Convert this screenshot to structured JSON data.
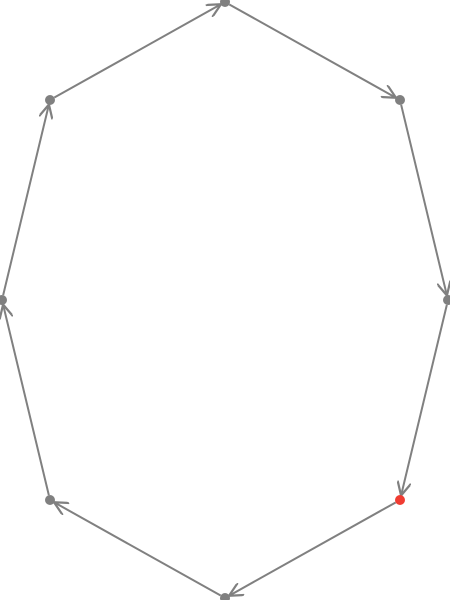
{
  "diagram": {
    "type": "directed-cycle-graph",
    "node_count": 8,
    "edge_color": "#808080",
    "node_color": "#808080",
    "highlight_color": "#f03c32",
    "nodes": [
      {
        "id": "n-top",
        "highlighted": false
      },
      {
        "id": "n-upper-right",
        "highlighted": false
      },
      {
        "id": "n-right",
        "highlighted": false
      },
      {
        "id": "n-lower-right",
        "highlighted": true
      },
      {
        "id": "n-bottom",
        "highlighted": false
      },
      {
        "id": "n-lower-left",
        "highlighted": false
      },
      {
        "id": "n-left",
        "highlighted": false
      },
      {
        "id": "n-upper-left",
        "highlighted": false
      }
    ],
    "edges": [
      {
        "from": "n-top",
        "to": "n-upper-right"
      },
      {
        "from": "n-upper-right",
        "to": "n-right"
      },
      {
        "from": "n-right",
        "to": "n-lower-right"
      },
      {
        "from": "n-lower-right",
        "to": "n-bottom"
      },
      {
        "from": "n-bottom",
        "to": "n-lower-left"
      },
      {
        "from": "n-lower-left",
        "to": "n-left"
      },
      {
        "from": "n-left",
        "to": "n-upper-left"
      },
      {
        "from": "n-upper-left",
        "to": "n-top"
      }
    ]
  }
}
